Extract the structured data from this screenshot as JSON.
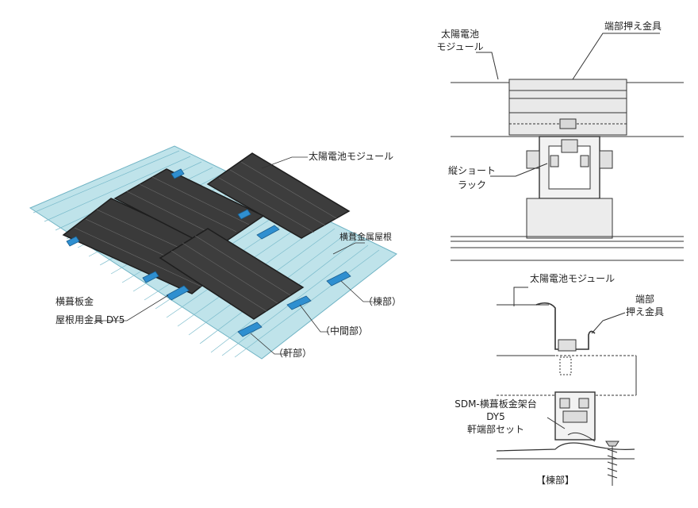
{
  "colors": {
    "roof": "#bfe3ea",
    "roof_line": "#6fb3c4",
    "panel": "#3b3b3b",
    "panel_edge": "#1e1e1e",
    "bracket": "#2f8fd0",
    "line": "#333333"
  },
  "iso": {
    "module_label": "太陽電池モジュール",
    "roof_label": "横葺金属屋根",
    "fitting_label_line1": "横葺板金",
    "fitting_label_line2": "屋根用金具 DY5",
    "ridge_label": "（棟部）",
    "middle_label": "（中間部）",
    "eaves_label": "（軒部）"
  },
  "top_detail": {
    "module_label_line1": "太陽電池",
    "module_label_line2": "モジュール",
    "clamp_label": "端部押え金具",
    "rack_label_line1": "縦ショート",
    "rack_label_line2": "ラック"
  },
  "bottom_detail": {
    "module_label": "太陽電池モジュール",
    "clamp_label_line1": "端部",
    "clamp_label_line2": "押え金具",
    "set_label_line1": "SDM-横葺板金架台",
    "set_label_line2": "DY5",
    "set_label_line3": "軒端部セット",
    "caption": "【棟部】"
  }
}
